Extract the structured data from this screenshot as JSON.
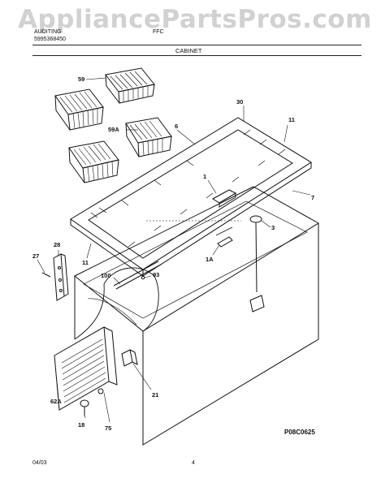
{
  "watermark": "AppliancePartsPros.com",
  "header": {
    "left_line1": "AUDITING",
    "left_line2": "5995368450",
    "model": "FFC",
    "section_title": "CABINET"
  },
  "callouts": {
    "c59": "59",
    "c59a": "59A",
    "c30": "30",
    "c6": "6",
    "c11_top": "11",
    "c1": "1",
    "c7": "7",
    "c3": "3",
    "c28": "28",
    "c27": "27",
    "c11_left": "11",
    "c1a": "1A",
    "c100": "100",
    "c93": "93",
    "c21": "21",
    "c62a": "62A",
    "c18": "18",
    "c75": "75"
  },
  "diagram_code": "P08C0625",
  "footer": {
    "date": "04/03",
    "page": "4"
  }
}
